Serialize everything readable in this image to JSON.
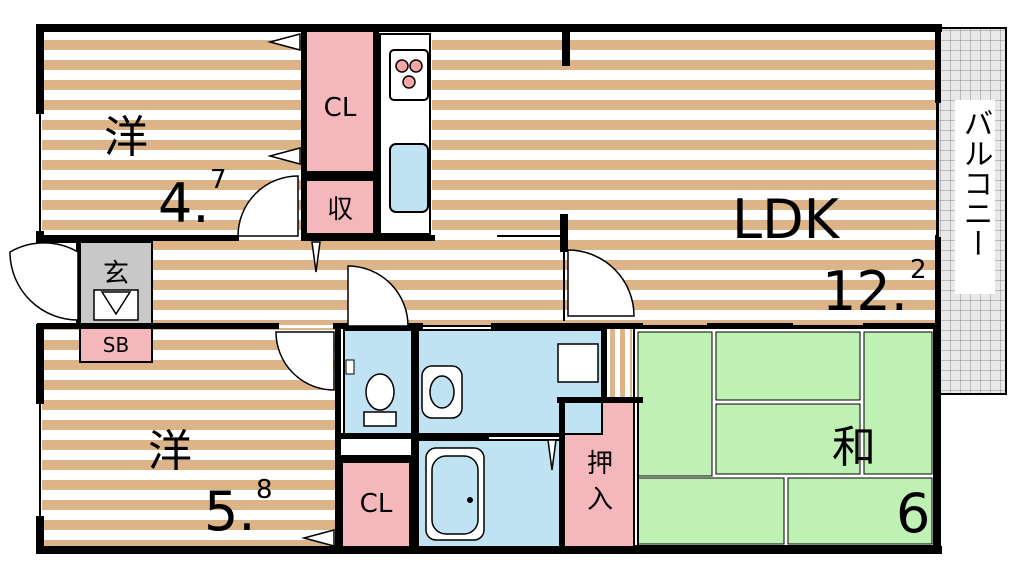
{
  "rooms": {
    "western1": {
      "label": "洋",
      "size": "4.",
      "size_sup": "7"
    },
    "western2": {
      "label": "洋",
      "size": "5.",
      "size_sup": "8"
    },
    "ldk": {
      "label": "LDK",
      "size": "12.",
      "size_sup": "2"
    },
    "washitsu": {
      "label": "和",
      "size": "6"
    }
  },
  "storage": {
    "cl_top": "CL",
    "cl_bottom": "CL",
    "shu": "収",
    "oshiire_1": "押",
    "oshiire_2": "入",
    "sb": "SB"
  },
  "entrance": {
    "label": "玄"
  },
  "balcony": {
    "label": "バルコニー"
  },
  "colors": {
    "wood_stripe": "#dcb487",
    "storage_pink": "#f4b8bc",
    "wet_blue": "#bfe3f3",
    "tatami_green": "#bff0b4",
    "entrance_gray": "#c8c8c8",
    "wall": "#000000"
  }
}
